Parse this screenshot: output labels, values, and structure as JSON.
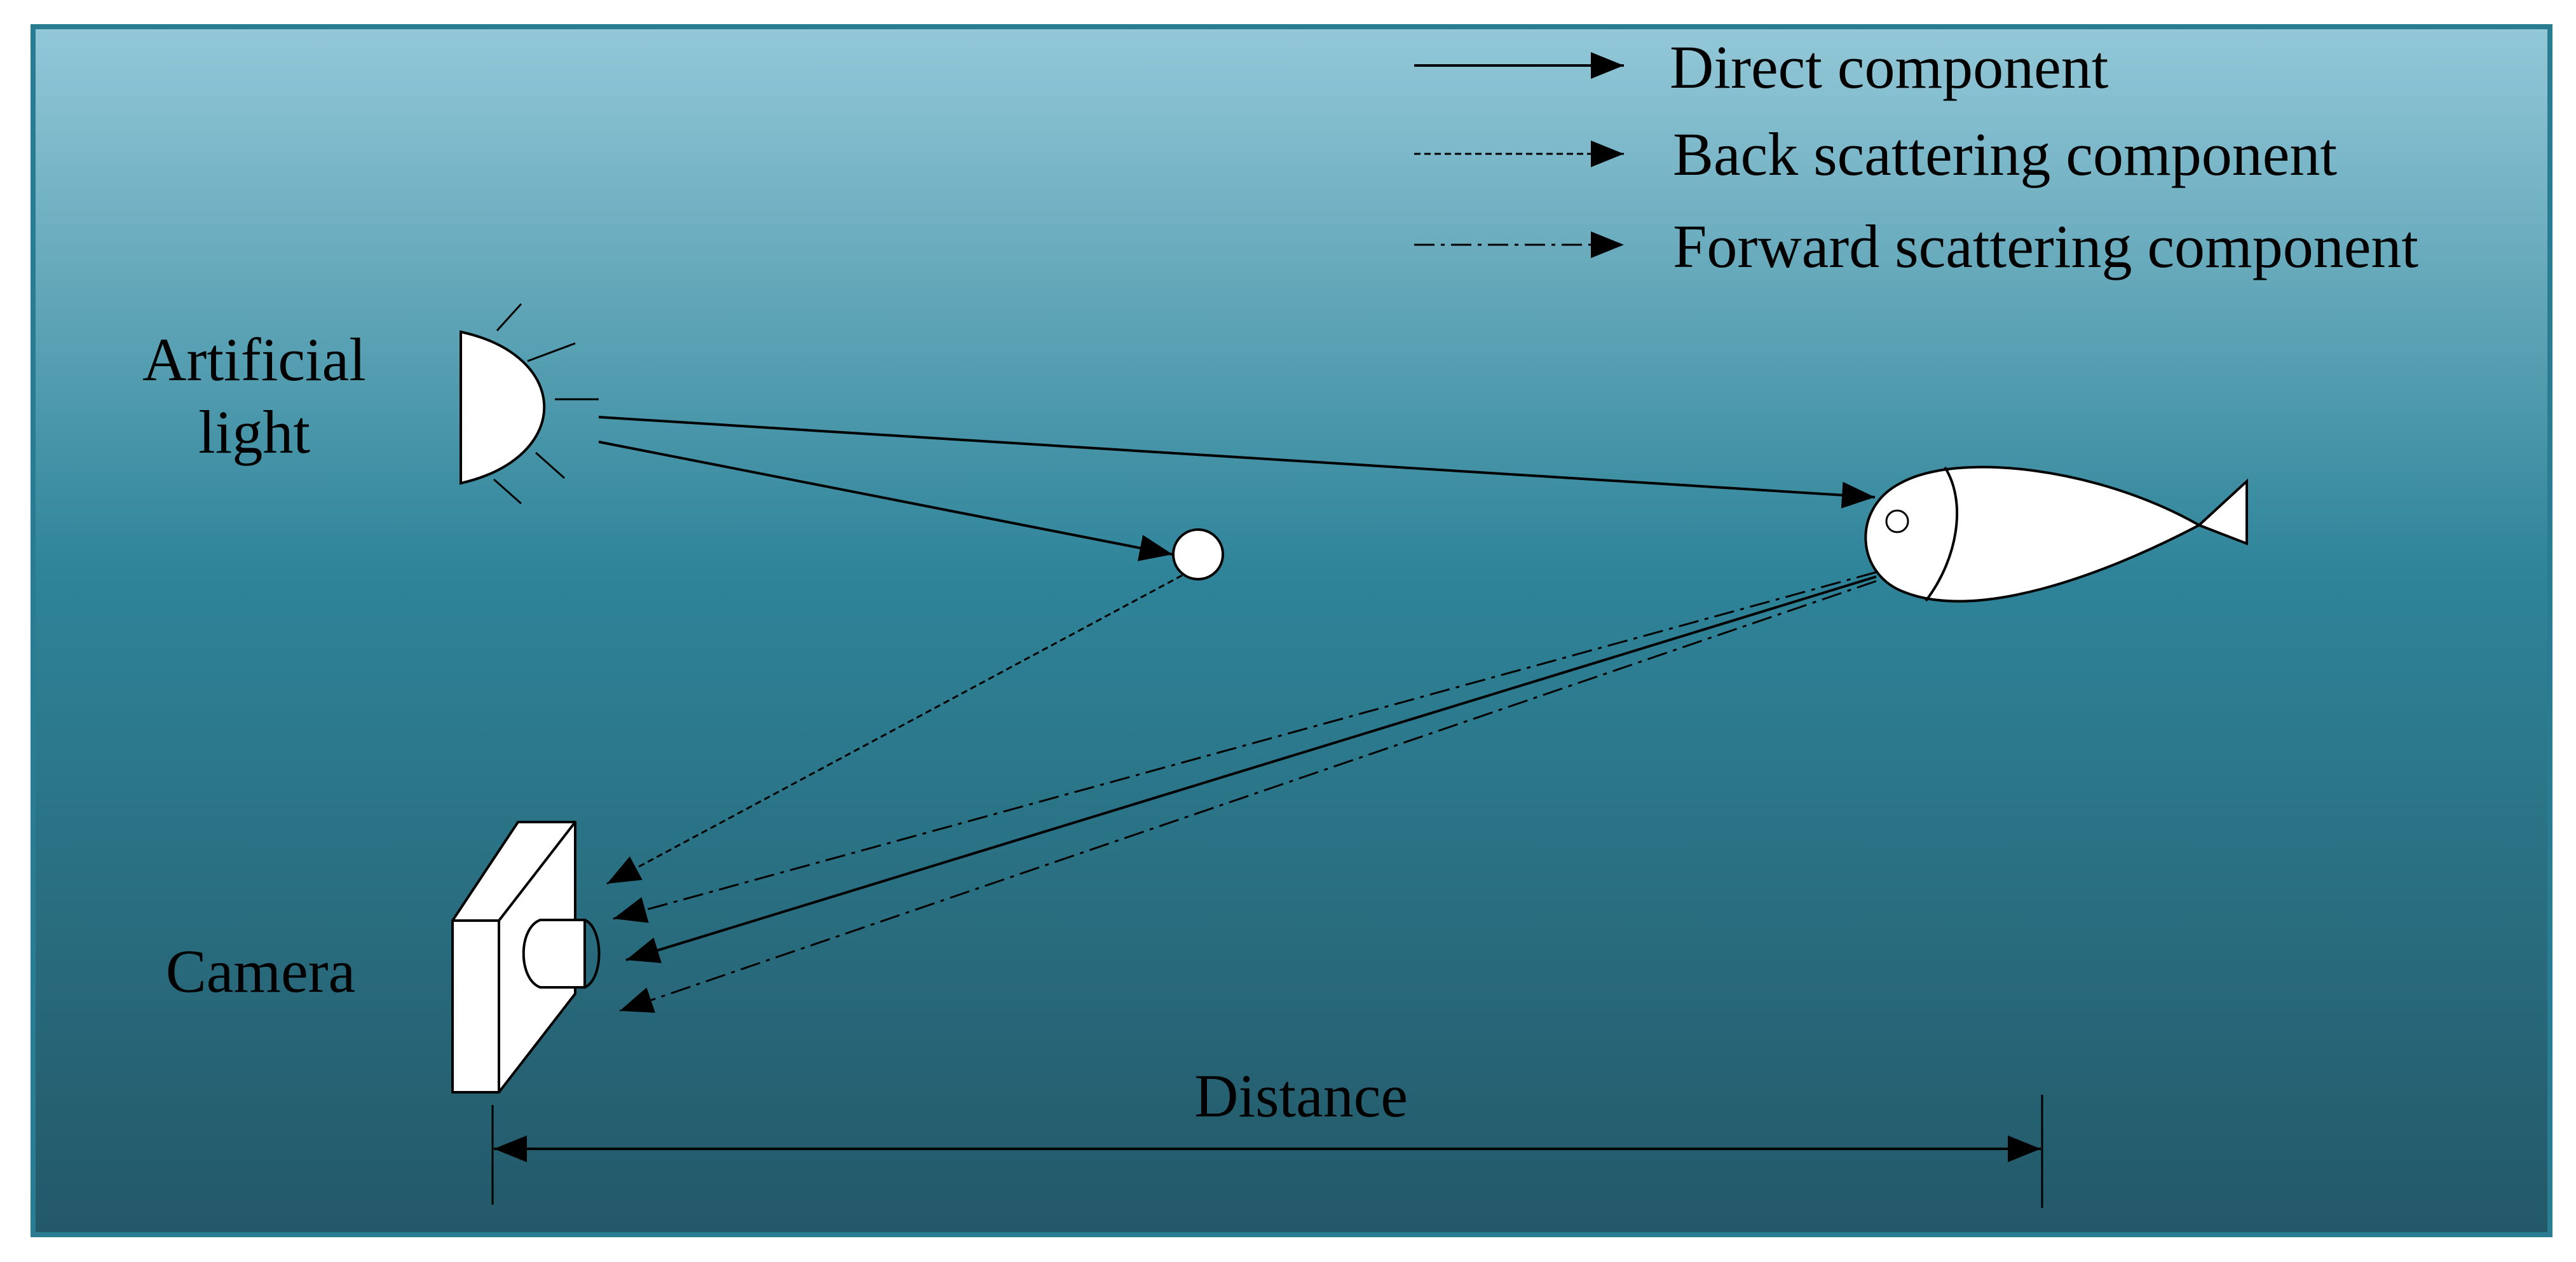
{
  "colors": {
    "water_top": "#93c8d8",
    "water_mid": "#2f8499",
    "water_bottom": "#235868",
    "frame": "#2a7c93",
    "ink": "#000000",
    "object_fill": "#ffffff"
  },
  "legend": {
    "items": [
      {
        "label": "Direct component",
        "style": "solid"
      },
      {
        "label": "Back scattering component",
        "style": "dotted"
      },
      {
        "label": "Forward scattering component",
        "style": "dash-dot"
      }
    ]
  },
  "labels": {
    "light_line1": "Artificial",
    "light_line2": "light",
    "camera": "Camera",
    "distance": "Distance"
  },
  "icons": {
    "light": "lamp-icon",
    "particle": "particle-icon",
    "fish": "fish-icon",
    "camera": "camera-icon"
  }
}
